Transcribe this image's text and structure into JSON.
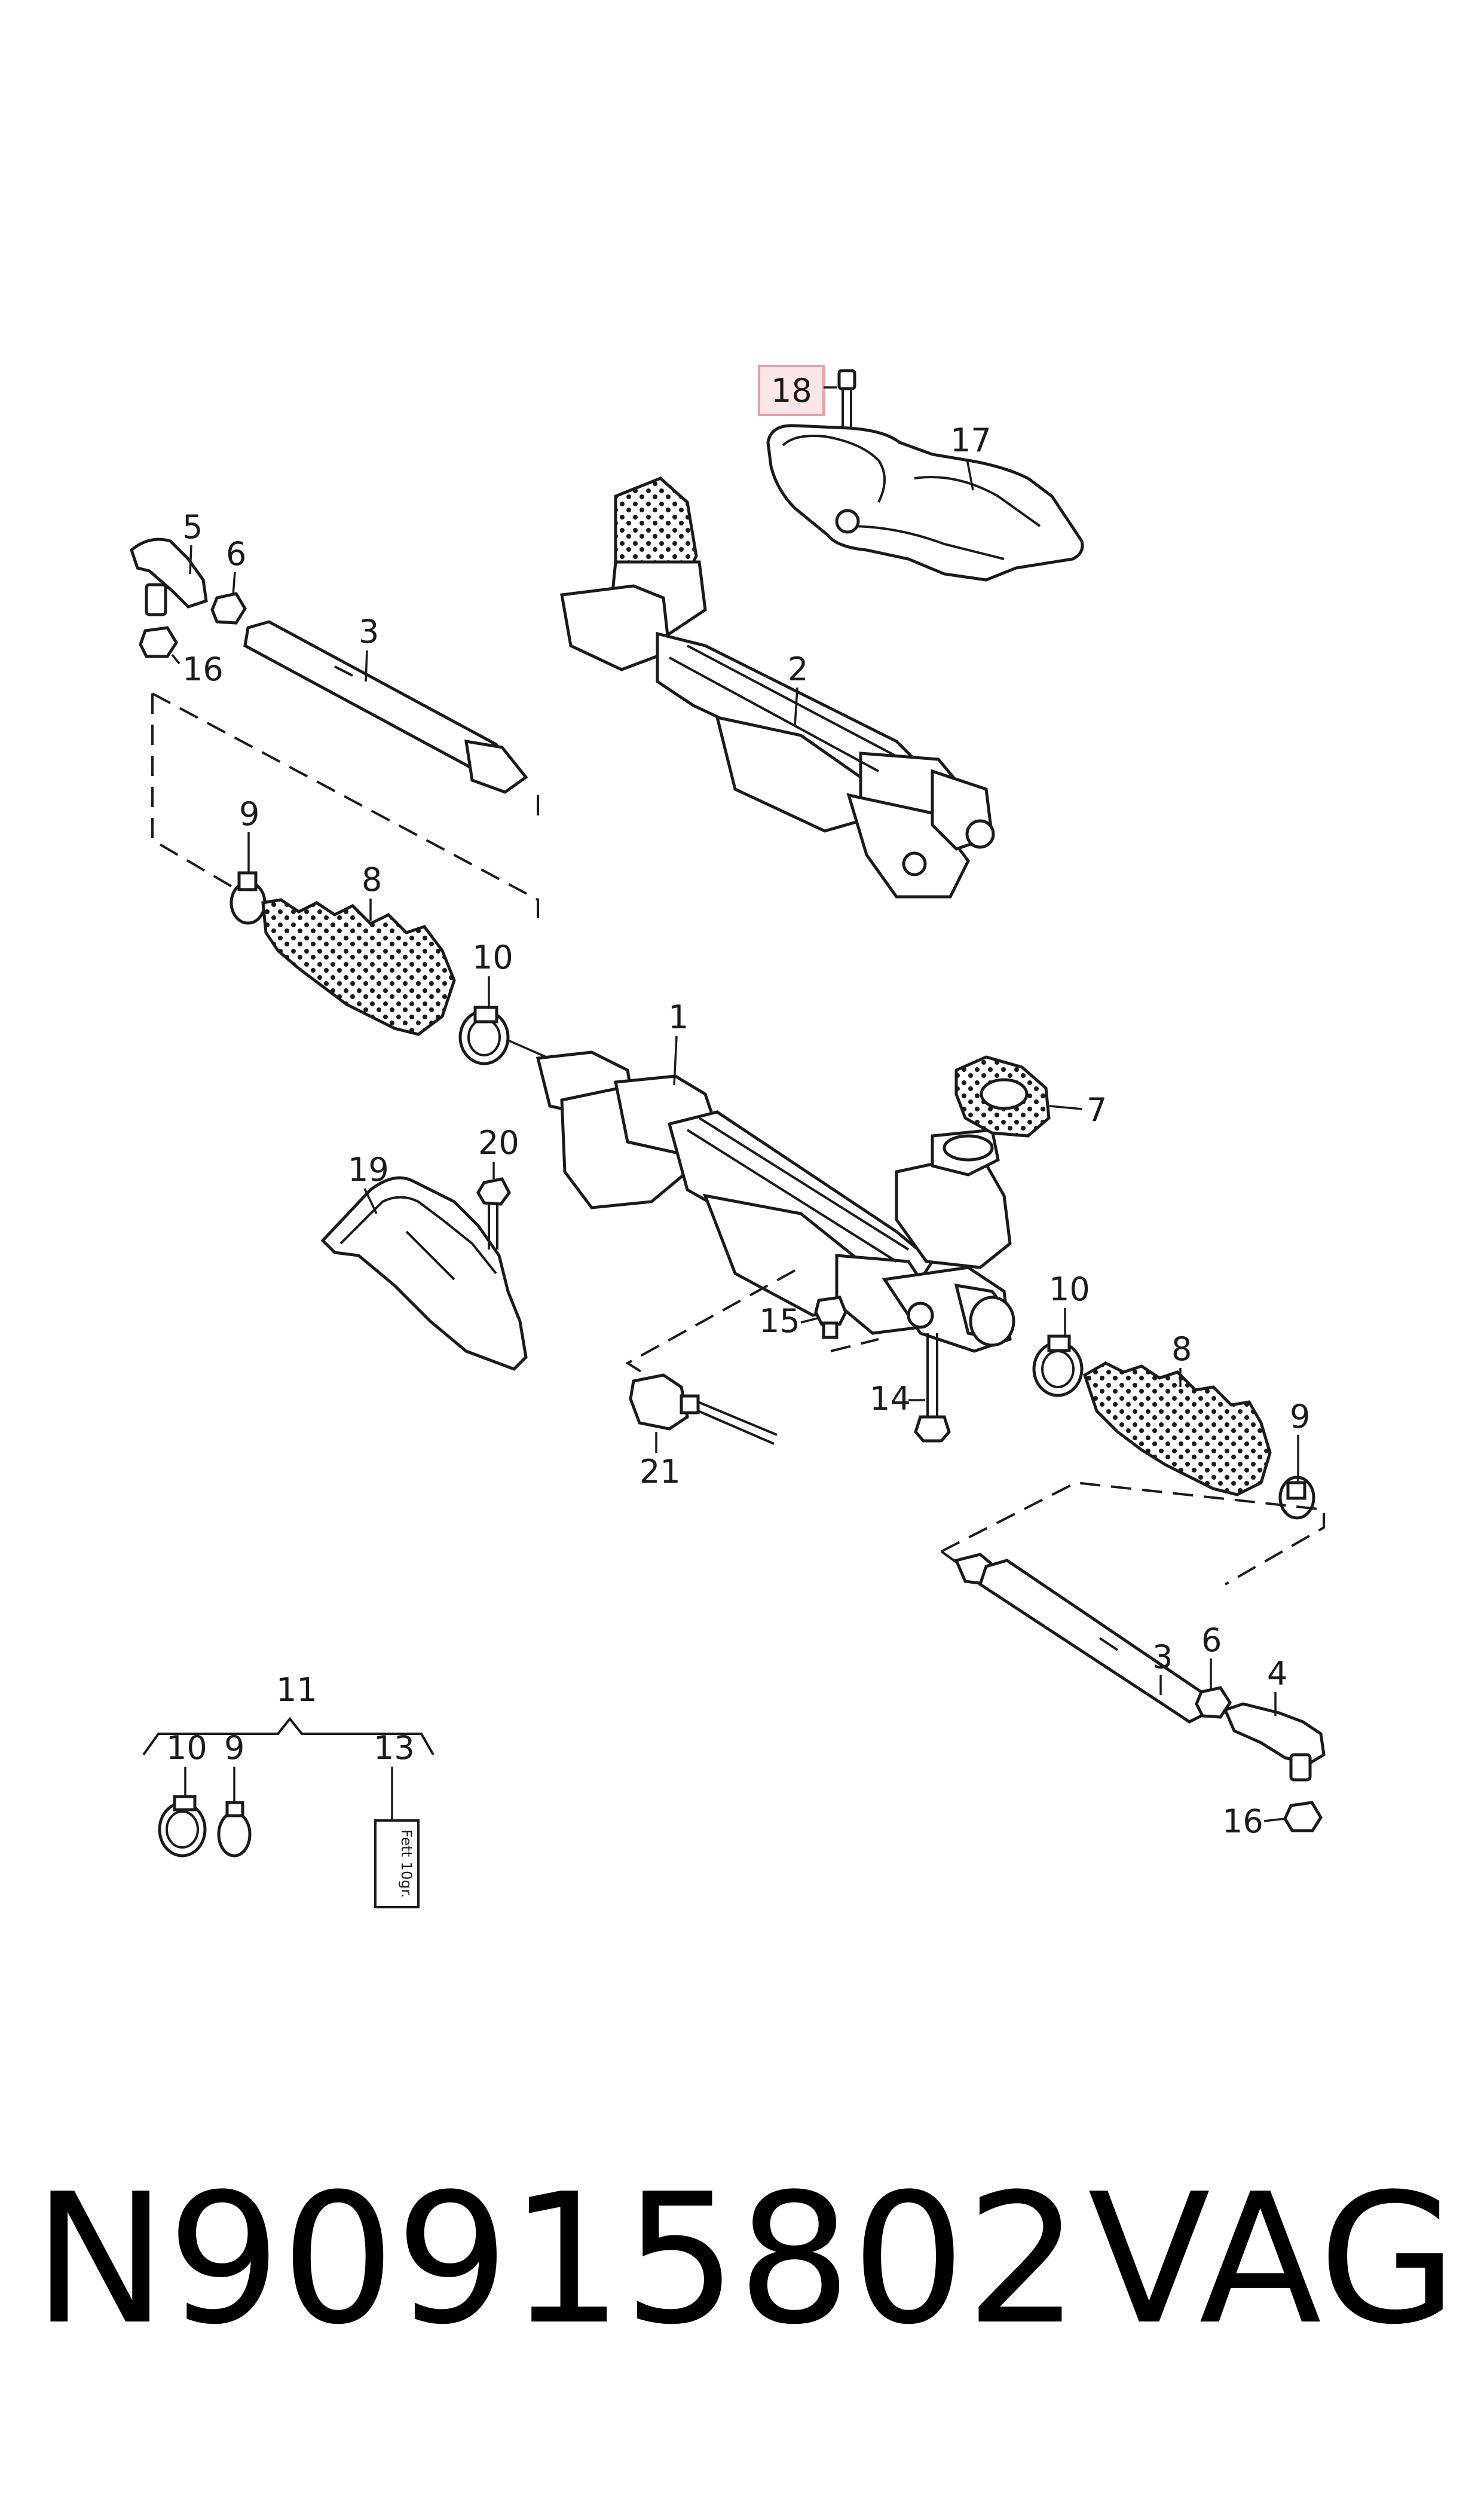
{
  "callouts": {
    "c1": "1",
    "c2": "2",
    "c3a": "3",
    "c3b": "3",
    "c4": "4",
    "c5": "5",
    "c6a": "6",
    "c6b": "6",
    "c7": "7",
    "c8a": "8",
    "c8b": "8",
    "c9a": "9",
    "c9b": "9",
    "c9c": "9",
    "c10a": "10",
    "c10b": "10",
    "c10c": "10",
    "c11": "11",
    "c13": "13",
    "c14": "14",
    "c15": "15",
    "c16a": "16",
    "c16b": "16",
    "c17": "17",
    "c18": "18",
    "c19": "19",
    "c20": "20",
    "c21": "21"
  },
  "highlight": {
    "callout": "18",
    "color": "#e8a0a8",
    "fill": "#fde6ea"
  },
  "grease_label": "Fett 10gr.",
  "footer": {
    "part_number": "N90915802",
    "brand": "VAG"
  }
}
